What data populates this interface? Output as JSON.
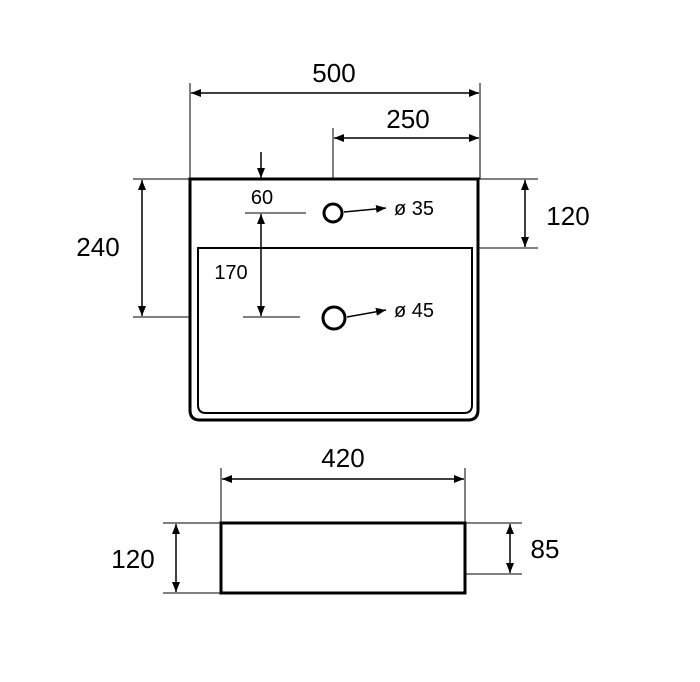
{
  "top_view": {
    "width_label": "500",
    "tap_offset_label": "250",
    "depth_label": "240",
    "rim_depth_label": "120",
    "tap_hole_offset_label": "60",
    "drain_offset_label": "170",
    "tap_hole_diameter_label": "ø 35",
    "drain_diameter_label": "ø 45"
  },
  "side_view": {
    "width_label": "420",
    "height_label": "120",
    "inner_height_label": "85"
  }
}
